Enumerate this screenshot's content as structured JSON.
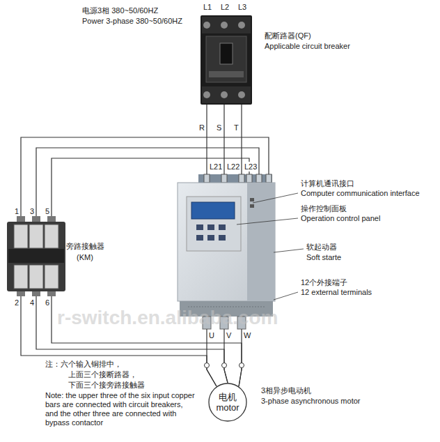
{
  "diagram": {
    "nodes": [
      {
        "text": [
          "配断路器(QF)",
          "Applicable circuit breaker"
        ]
      },
      {
        "text": [
          "旁路接触器",
          "(KM)"
        ]
      },
      {
        "text": [
          "软起动器",
          "Soft starte"
        ]
      },
      {
        "text": [
          "电机",
          "motor"
        ]
      }
    ],
    "edges": [
      {
        "from": 0,
        "to": 2,
        "arrow": "none"
      },
      {
        "from": 1,
        "to": 2,
        "arrow": "none"
      },
      {
        "from": 2,
        "to": 3,
        "arrow": "none"
      },
      {
        "from": 1,
        "to": 3,
        "arrow": "none"
      }
    ],
    "labels": [
      "电源3相 380~50/60HZ",
      "Power 3-phase 380~50/60HZ",
      "L1",
      "L2",
      "L3",
      "R",
      "S",
      "T",
      "L21",
      "L22",
      "L23",
      "计算机通讯接口",
      "Computer communication interface",
      "操作控制面板",
      "Operation control panel",
      "12个外接端子",
      "12 external terminals",
      "1",
      "3",
      "5",
      "2",
      "4",
      "6",
      "U",
      "V",
      "W",
      "r-switch.en.alibaba.com",
      "3相异步电动机",
      "3-phase asynchronous motor",
      "注：六个输入铜排中，",
      "上面三个接断路器，",
      "下面三个接旁路接触器",
      "Note: the upper three of the six input copper bars are connected with circuit breakers, and the other three are connected with bypass contactor"
    ]
  }
}
